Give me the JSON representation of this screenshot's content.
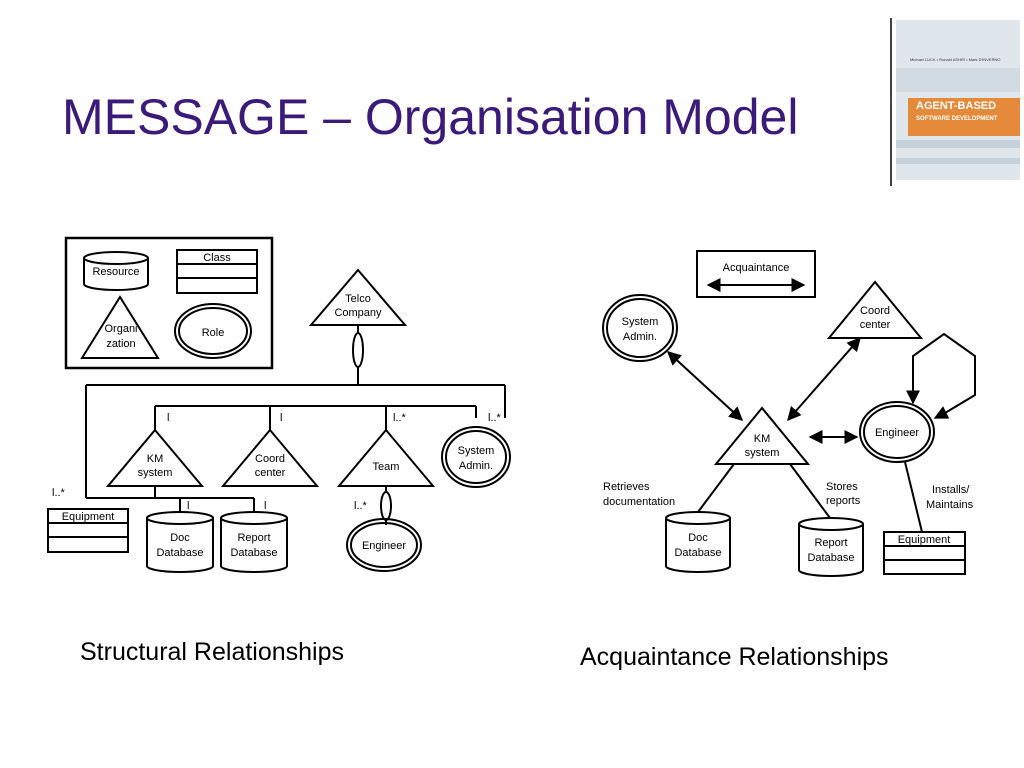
{
  "slide": {
    "title": "MESSAGE – Organisation Model",
    "caption_left": "Structural Relationships",
    "caption_right": "Acquaintance Relationships"
  },
  "book_cover": {
    "authors": "Michael LUCK • Ronald ASHRI • Mark D'INVERNO",
    "title": "AGENT-BASED",
    "subtitle": "SOFTWARE DEVELOPMENT"
  },
  "structural": {
    "legend": {
      "resource": "Resource",
      "class": "Class",
      "organization_l1": "Organi",
      "organization_l2": "zation",
      "role": "Role"
    },
    "telco_l1": "Telco",
    "telco_l2": "Company",
    "km_l1": "KM",
    "km_l2": "system",
    "coord_l1": "Coord",
    "coord_l2": "center",
    "team": "Team",
    "sysadmin_l1": "System",
    "sysadmin_l2": "Admin.",
    "engineer": "Engineer",
    "equipment": "Equipment",
    "docdb_l1": "Doc",
    "docdb_l2": "Database",
    "reportdb_l1": "Report",
    "reportdb_l2": "Database",
    "mult_one": "l",
    "mult_many": "l..*"
  },
  "acquaintance": {
    "legend_label": "Acquaintance",
    "sysadmin_l1": "System",
    "sysadmin_l2": "Admin.",
    "coord_l1": "Coord",
    "coord_l2": "center",
    "km_l1": "KM",
    "km_l2": "system",
    "engineer": "Engineer",
    "retrieves_l1": "Retrieves",
    "retrieves_l2": "documentation",
    "stores_l1": "Stores",
    "stores_l2": "reports",
    "installs_l1": "Installs/",
    "installs_l2": "Maintains",
    "docdb_l1": "Doc",
    "docdb_l2": "Database",
    "reportdb_l1": "Report",
    "reportdb_l2": "Database",
    "equipment": "Equipment"
  }
}
